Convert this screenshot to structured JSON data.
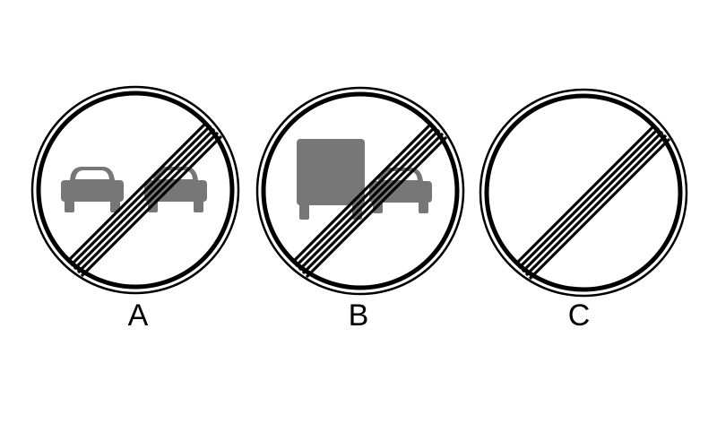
{
  "signs": [
    {
      "label": "A",
      "meaning": "end-of-no-overtaking",
      "symbols": [
        "car-icon",
        "car-icon"
      ]
    },
    {
      "label": "B",
      "meaning": "end-of-no-overtaking-for-trucks",
      "symbols": [
        "truck-icon",
        "car-icon"
      ]
    },
    {
      "label": "C",
      "meaning": "end-of-all-restrictions",
      "symbols": []
    }
  ],
  "colors": {
    "background": "#ffffff",
    "ring": "#000000",
    "vehicle": "#777777",
    "stripes": "#000000"
  }
}
